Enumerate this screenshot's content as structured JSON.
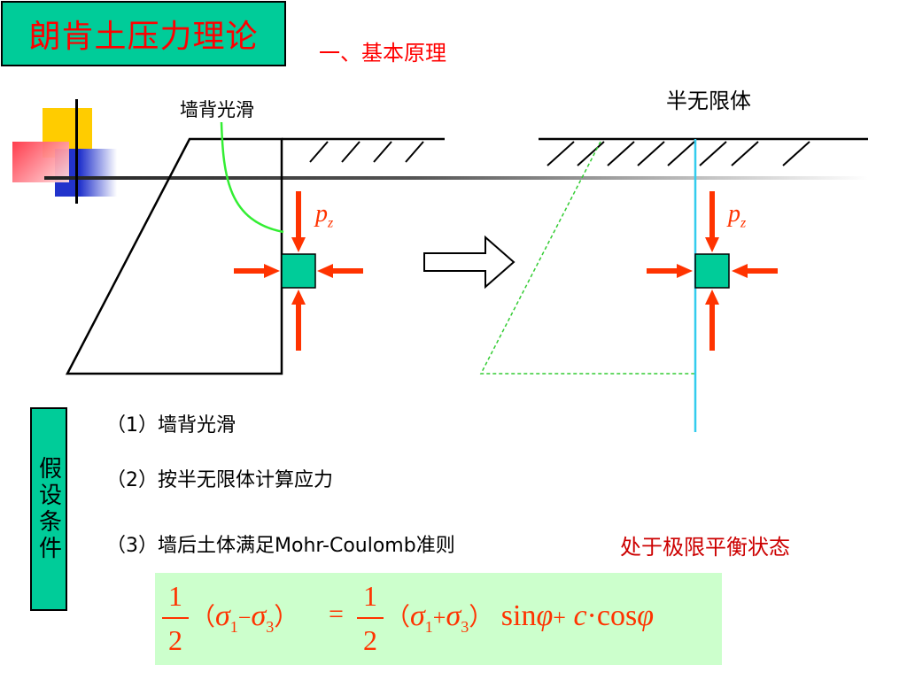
{
  "title": "朗肯土压力理论",
  "section_title": "一、基本原理",
  "wall_label": "墙背光滑",
  "semi_infinite_label": "半无限体",
  "pz_main": "p",
  "pz_sub": "z",
  "side_label": "假设条件",
  "assumptions": [
    "（1）墙背光滑",
    "（2）按半无限体计算应力",
    "（3）墙后土体满足Mohr-Coulomb准则"
  ],
  "state_label": "处于极限平衡状态",
  "formula": {
    "num": "1",
    "den": "2",
    "lparen": "（",
    "rparen": "）",
    "sigma": "σ",
    "sub1": "1",
    "sub3": "3",
    "minus": "−",
    "plus": "+",
    "equals": "=",
    "sin": "sin",
    "phi": "φ",
    "c": "c",
    "dot": "·",
    "cos": "cos"
  },
  "colors": {
    "title_bg": "#00cc99",
    "title_text": "#ff0000",
    "arrow": "#ff3300",
    "element": "#00cc99",
    "leader": "#33ee33",
    "cyan_line": "#33ccee",
    "state_text": "#cc0000",
    "formula_bg": "#ccffcc"
  }
}
